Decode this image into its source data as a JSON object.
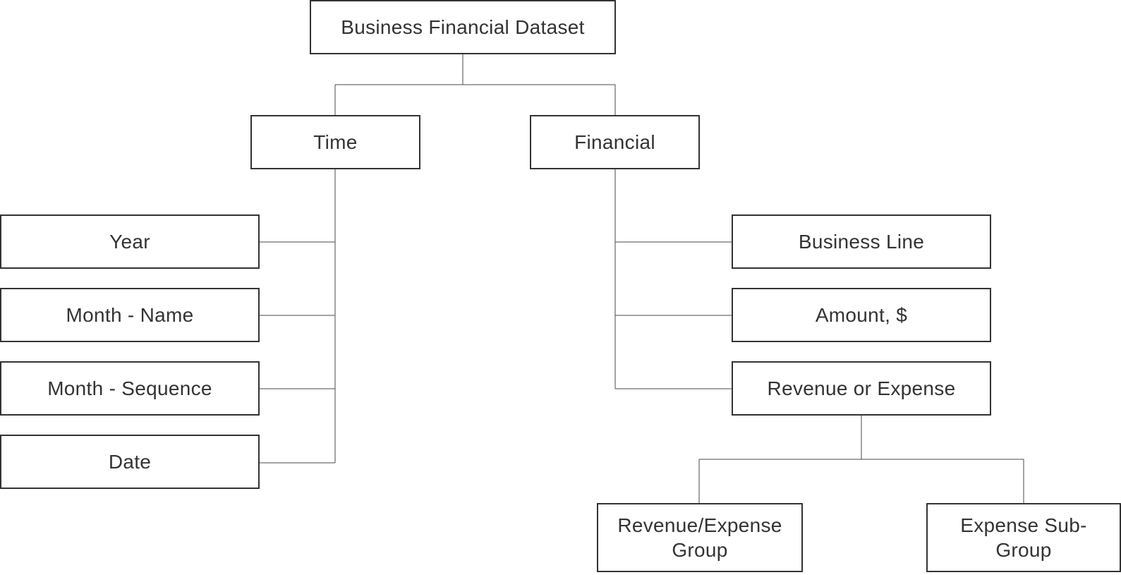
{
  "diagram": {
    "root": {
      "label": "Business Financial Dataset"
    },
    "time": {
      "label": "Time",
      "children": [
        "Year",
        "Month - Name",
        "Month - Sequence",
        "Date"
      ]
    },
    "financial": {
      "label": "Financial",
      "children": [
        "Business Line",
        "Amount, $",
        "Revenue or Expense"
      ]
    },
    "revenue_or_expense": {
      "children": [
        "Revenue/Expense Group",
        "Expense Sub-Group"
      ]
    }
  }
}
